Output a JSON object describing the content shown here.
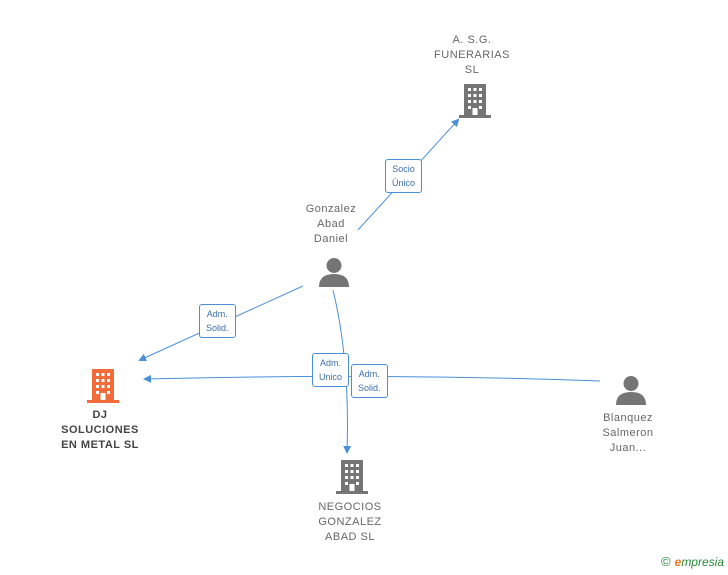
{
  "nodes": {
    "asg": {
      "label": "A. S.G.\nFUNERARIAS\nSL",
      "type": "company",
      "color": "#757575"
    },
    "gonzalez": {
      "label": "Gonzalez\nAbad\nDaniel",
      "type": "person",
      "color": "#757575"
    },
    "dj": {
      "label": "DJ\nSOLUCIONES\nEN METAL  SL",
      "type": "company",
      "color": "#f26b3a"
    },
    "blanquez": {
      "label": "Blanquez\nSalmeron\nJuan...",
      "type": "person",
      "color": "#757575"
    },
    "negocios": {
      "label": "NEGOCIOS\nGONZALEZ\nABAD  SL",
      "type": "company",
      "color": "#757575"
    }
  },
  "edges": {
    "e1": {
      "label": "Socio\nÚnico"
    },
    "e2": {
      "label": "Adm.\nSolid."
    },
    "e3": {
      "label": "Adm.\nUnico"
    },
    "e4": {
      "label": "Adm.\nSolid."
    }
  },
  "colors": {
    "edge": "#4a90d9"
  },
  "footer": {
    "copyright": "©",
    "brand_first": "e",
    "brand_rest": "mpresia"
  }
}
